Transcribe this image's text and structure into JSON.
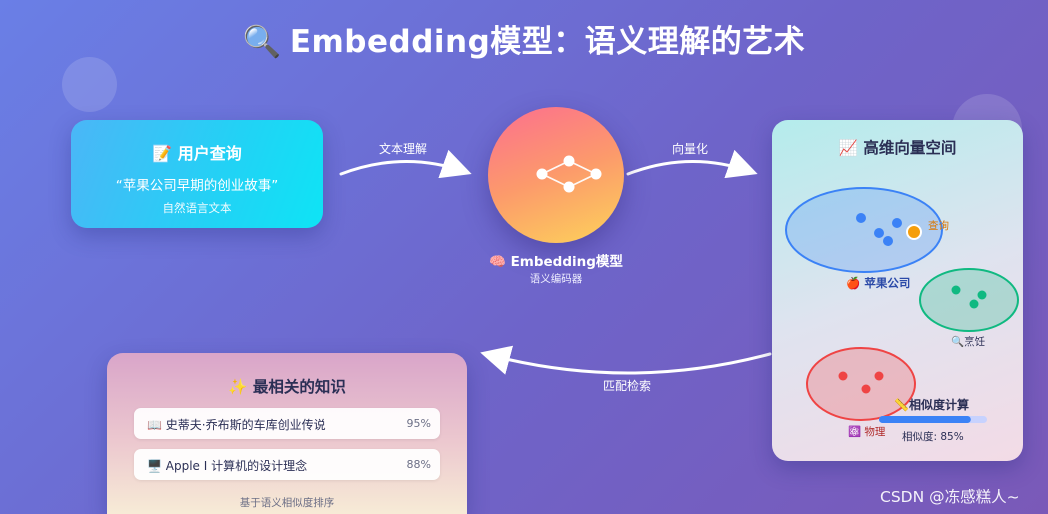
{
  "title": {
    "icon": "🔍",
    "text": "Embedding模型：语义理解的艺术"
  },
  "query": {
    "icon": "📝",
    "heading": "用户查询",
    "text": "“苹果公司早期的创业故事”",
    "subtitle": "自然语言文本"
  },
  "flow": {
    "understand": "文本理解",
    "vectorize": "向量化",
    "match": "匹配检索"
  },
  "model": {
    "icon": "🧠",
    "name": "Embedding模型",
    "subtitle": "语义编码器"
  },
  "space": {
    "icon": "📈",
    "title": "高维向量空间",
    "query_label": "查询",
    "clusters": [
      {
        "label": "苹果公司",
        "icon": "🍎",
        "color": "#3b82f6"
      },
      {
        "label": "烹饪",
        "icon": "🔍",
        "color": "#10b981"
      },
      {
        "label": "物理",
        "icon": "⚛️",
        "color": "#ef4444"
      }
    ],
    "query_color": "#f59e0b",
    "similarity": {
      "icon": "📏",
      "title": "相似度计算",
      "label": "相似度: 85%",
      "value": 0.85
    }
  },
  "results": {
    "icon": "✨",
    "title": "最相关的知识",
    "items": [
      {
        "icon": "📖",
        "text": "史蒂夫·乔布斯的车库创业传说",
        "score": "95%"
      },
      {
        "icon": "🖥️",
        "text": "Apple I 计算机的设计理念",
        "score": "88%"
      }
    ],
    "footer": "基于语义相似度排序"
  },
  "watermark": "CSDN @冻感糕人~"
}
